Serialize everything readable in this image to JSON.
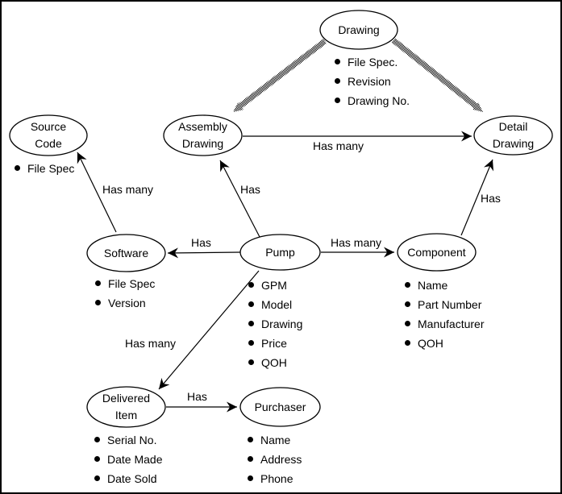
{
  "diagram": {
    "colors": {
      "line": "#000000",
      "background": "#ffffff",
      "text": "#000000"
    },
    "entities": {
      "drawing": {
        "label_lines": [
          "Drawing"
        ],
        "attributes": [
          "File Spec.",
          "Revision",
          "Drawing No."
        ]
      },
      "source_code": {
        "label_lines": [
          "Source",
          "Code"
        ],
        "attributes": [
          "File Spec"
        ]
      },
      "assembly_drawing": {
        "label_lines": [
          "Assembly",
          "Drawing"
        ],
        "attributes": []
      },
      "detail_drawing": {
        "label_lines": [
          "Detail",
          "Drawing"
        ],
        "attributes": []
      },
      "software": {
        "label_lines": [
          "Software"
        ],
        "attributes": [
          "File Spec",
          "Version"
        ]
      },
      "pump": {
        "label_lines": [
          "Pump"
        ],
        "attributes": [
          "GPM",
          "Model",
          "Drawing",
          "Price",
          "QOH"
        ]
      },
      "component": {
        "label_lines": [
          "Component"
        ],
        "attributes": [
          "Name",
          "Part Number",
          "Manufacturer",
          "QOH"
        ]
      },
      "delivered_item": {
        "label_lines": [
          "Delivered",
          "Item"
        ],
        "attributes": [
          "Serial No.",
          "Date Made",
          "Date Sold"
        ]
      },
      "purchaser": {
        "label_lines": [
          "Purchaser"
        ],
        "attributes": [
          "Name",
          "Address",
          "Phone"
        ]
      }
    },
    "relationships": [
      {
        "id": "software_source_code",
        "from": "Software",
        "to": "Source Code",
        "label": "Has many",
        "style": "arrow"
      },
      {
        "id": "pump_software",
        "from": "Pump",
        "to": "Software",
        "label": "Has",
        "style": "arrow"
      },
      {
        "id": "pump_assembly",
        "from": "Pump",
        "to": "Assembly Drawing",
        "label": "Has",
        "style": "arrow"
      },
      {
        "id": "assembly_detail",
        "from": "Assembly Drawing",
        "to": "Detail Drawing",
        "label": "Has many",
        "style": "arrow"
      },
      {
        "id": "pump_component",
        "from": "Pump",
        "to": "Component",
        "label": "Has many",
        "style": "arrow"
      },
      {
        "id": "component_detail",
        "from": "Component",
        "to": "Detail Drawing",
        "label": "Has",
        "style": "arrow"
      },
      {
        "id": "pump_delivered_item",
        "from": "Pump",
        "to": "Delivered Item",
        "label": "Has many",
        "style": "arrow"
      },
      {
        "id": "delivered_purchaser",
        "from": "Delivered Item",
        "to": "Purchaser",
        "label": "Has",
        "style": "arrow"
      },
      {
        "id": "drawing_assembly",
        "from": "Drawing",
        "to": "Assembly Drawing",
        "label": "",
        "style": "hatched-subtype"
      },
      {
        "id": "drawing_detail",
        "from": "Drawing",
        "to": "Detail Drawing",
        "label": "",
        "style": "hatched-subtype"
      }
    ]
  }
}
